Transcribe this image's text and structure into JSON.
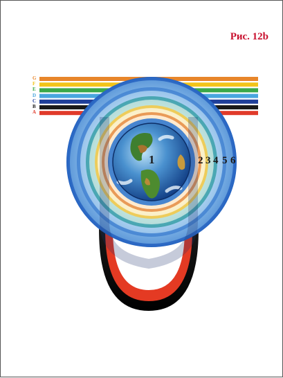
{
  "figure": {
    "label": "Рис. 12b"
  },
  "spectrum": {
    "bands": [
      {
        "letter": "G",
        "color": "#e8862a"
      },
      {
        "letter": "F",
        "color": "#f2c419"
      },
      {
        "letter": "E",
        "color": "#3aa848"
      },
      {
        "letter": "D",
        "color": "#49a6de"
      },
      {
        "letter": "C",
        "color": "#1f3f9a"
      },
      {
        "letter": "B",
        "color": "#1a1a1a"
      },
      {
        "letter": "A",
        "color": "#e03a2a"
      }
    ]
  },
  "sphere_labels": {
    "center": "1",
    "rings": [
      "2",
      "3",
      "4",
      "5",
      "6"
    ]
  }
}
